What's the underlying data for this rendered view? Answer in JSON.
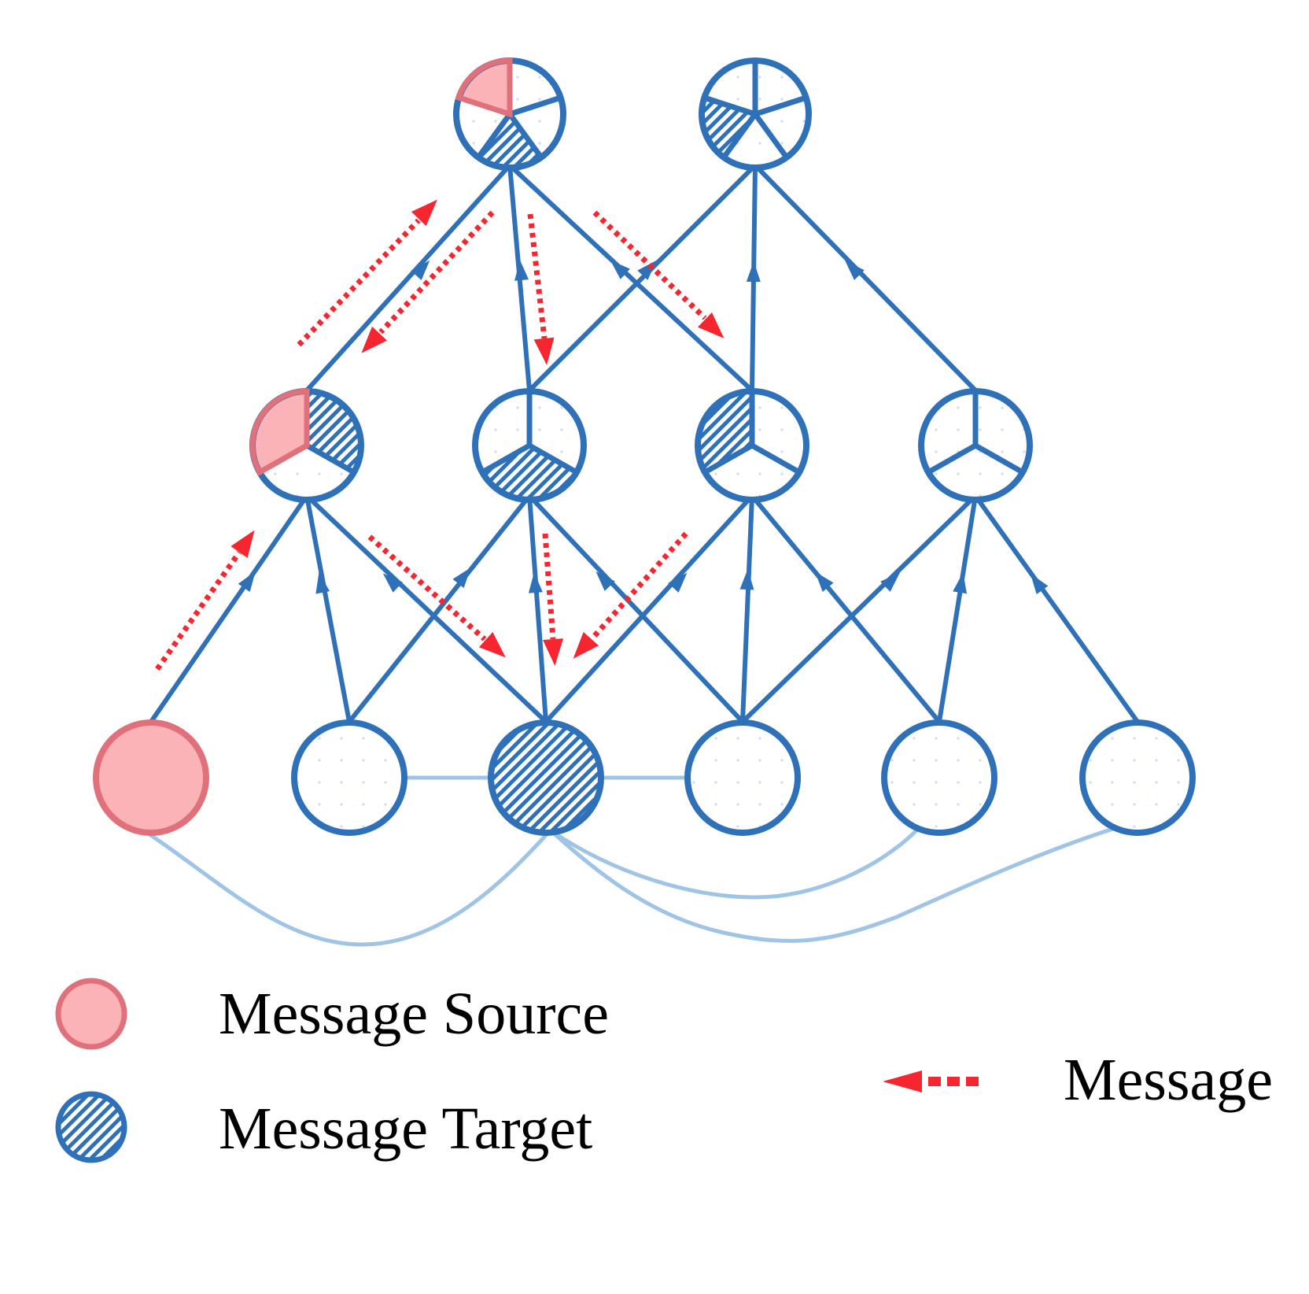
{
  "legend": {
    "source_label": "Message Source",
    "target_label": "Message Target",
    "message_label": "Message"
  },
  "colors": {
    "node_blue": "#2f71b8",
    "edge_light_blue": "#9fc4e6",
    "source_fill": "#fbb3b8",
    "source_stroke": "#e0707a",
    "message_red": "#f5262f",
    "background": "#ffffff"
  },
  "icons": {
    "source": "pink-circle-icon",
    "target": "hatched-blue-circle-icon",
    "message": "dashed-red-arrow-icon"
  }
}
